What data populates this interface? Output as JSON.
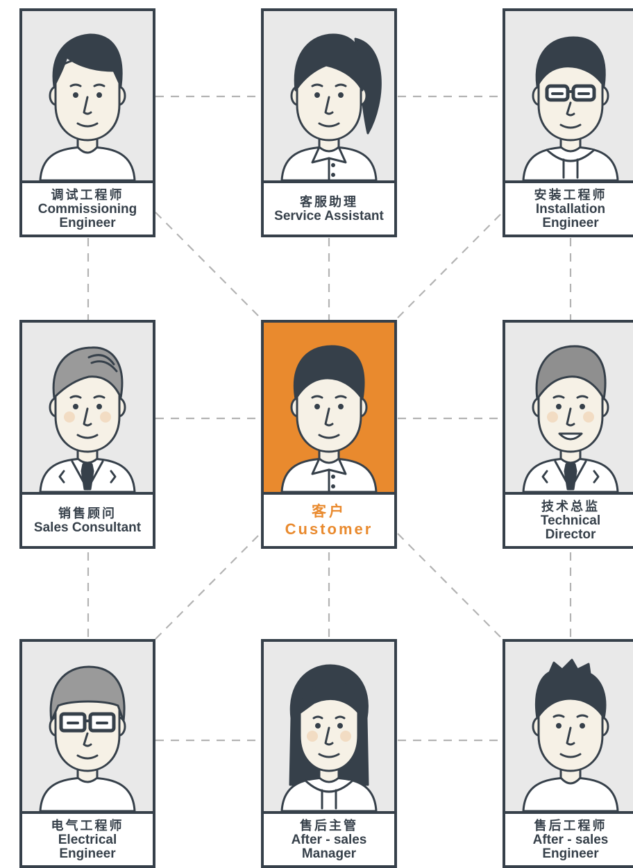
{
  "colors": {
    "outline": "#36404a",
    "accent": "#e98a2e",
    "portrait_bg": "#e9e9e9",
    "connector": "#b3b3b3",
    "skin": "#f6f1e6"
  },
  "roles": [
    {
      "id": "commissioning-engineer",
      "zh": "调试工程师",
      "en_lines": [
        "Commissioning",
        "Engineer"
      ],
      "avatar": "young-man-icon"
    },
    {
      "id": "service-assistant",
      "zh": "客服助理",
      "en_lines": [
        "Service Assistant"
      ],
      "avatar": "woman-ponytail-icon"
    },
    {
      "id": "installation-engineer",
      "zh": "安装工程师",
      "en_lines": [
        "Installation",
        "Engineer"
      ],
      "avatar": "man-glasses-hoodie-icon"
    },
    {
      "id": "sales-consultant",
      "zh": "销售顾问",
      "en_lines": [
        "Sales Consultant"
      ],
      "avatar": "man-suit-tie-icon"
    },
    {
      "id": "customer",
      "zh": "客户",
      "en_lines": [
        "Customer"
      ],
      "avatar": "customer-icon",
      "highlight": true
    },
    {
      "id": "technical-director",
      "zh": "技术总监",
      "en_lines": [
        "Technical",
        "Director"
      ],
      "avatar": "man-suit-tie-gray-hair-icon"
    },
    {
      "id": "electrical-engineer",
      "zh": "电气工程师",
      "en_lines": [
        "Electrical",
        "Engineer"
      ],
      "avatar": "older-man-glasses-icon"
    },
    {
      "id": "after-sales-manager",
      "zh": "售后主管",
      "en_lines": [
        "After - sales",
        "Manager"
      ],
      "avatar": "woman-long-hair-icon"
    },
    {
      "id": "after-sales-engineer",
      "zh": "售后工程师",
      "en_lines": [
        "After - sales",
        "Engineer"
      ],
      "avatar": "man-spiky-hair-icon"
    }
  ]
}
